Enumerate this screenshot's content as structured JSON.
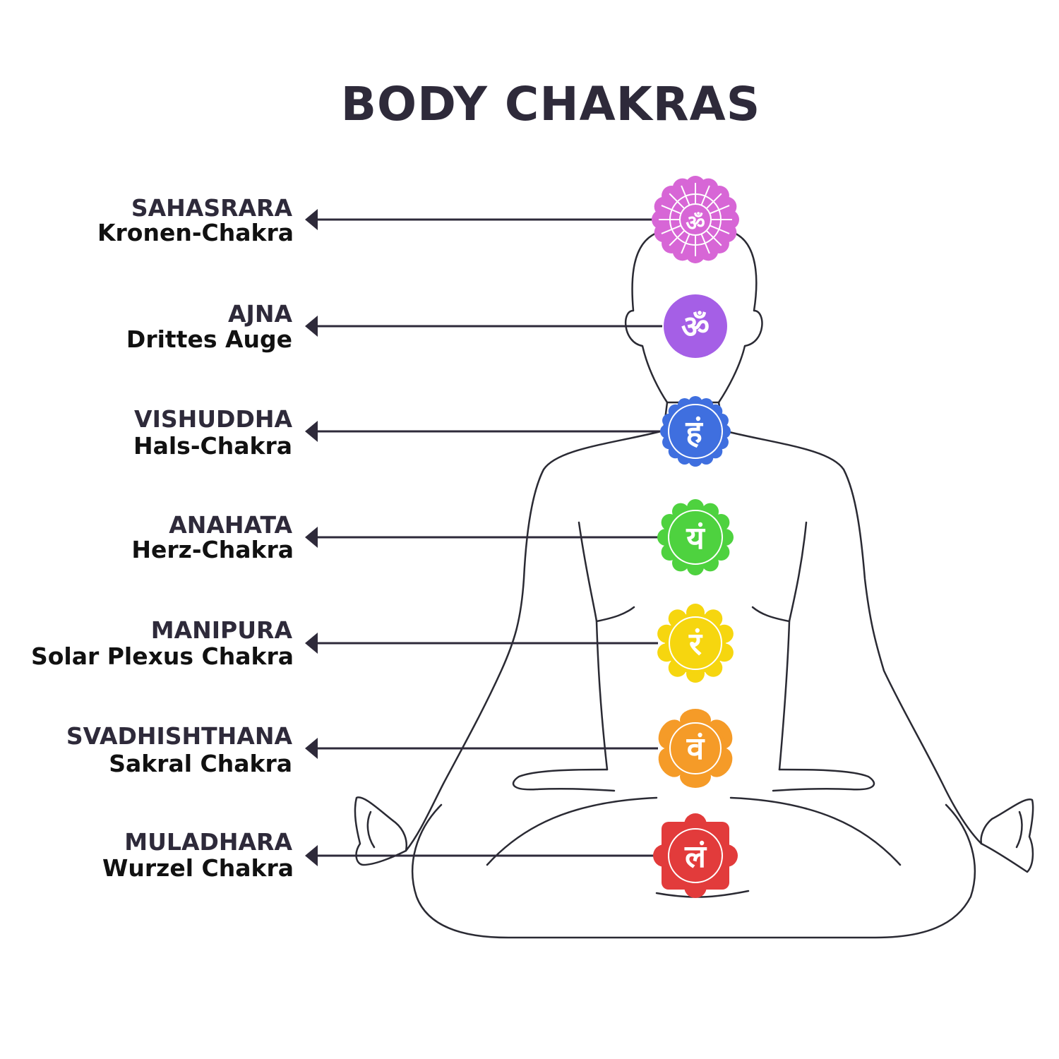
{
  "title": "BODY CHAKRAS",
  "colors": {
    "text_dark": "#2e2a3a",
    "text_black": "#111111",
    "line": "#2e2a3a",
    "outline": "#2a2a33"
  },
  "chakras": [
    {
      "sanskrit": "SAHASRARA",
      "german": "Kronen-Chakra",
      "symbol": "ॐ",
      "color": "#d766d6",
      "style": "lotus",
      "icon": "sahasrara-lotus-icon"
    },
    {
      "sanskrit": "AJNA",
      "german": "Drittes Auge",
      "symbol": "ॐ",
      "color": "#a55fe6",
      "style": "circle",
      "icon": "ajna-circle-icon"
    },
    {
      "sanskrit": "VISHUDDHA",
      "german": "Hals-Chakra",
      "symbol": "हं",
      "color": "#3f6fdf",
      "style": "petals16",
      "icon": "vishuddha-lotus-icon"
    },
    {
      "sanskrit": "ANAHATA",
      "german": "Herz-Chakra",
      "symbol": "यं",
      "color": "#4ed23f",
      "style": "petals12",
      "icon": "anahata-lotus-icon"
    },
    {
      "sanskrit": "MANIPURA",
      "german": "Solar Plexus Chakra",
      "symbol": "रं",
      "color": "#f6d60f",
      "style": "petals10",
      "icon": "manipura-lotus-icon"
    },
    {
      "sanskrit": "SVADHISHTHANA",
      "german": "Sakral Chakra",
      "symbol": "वं",
      "color": "#f59b28",
      "style": "petals6",
      "icon": "svadhishthana-lotus-icon"
    },
    {
      "sanskrit": "MULADHARA",
      "german": "Wurzel Chakra",
      "symbol": "लं",
      "color": "#e23b3b",
      "style": "square4",
      "icon": "muladhara-lotus-icon"
    }
  ]
}
